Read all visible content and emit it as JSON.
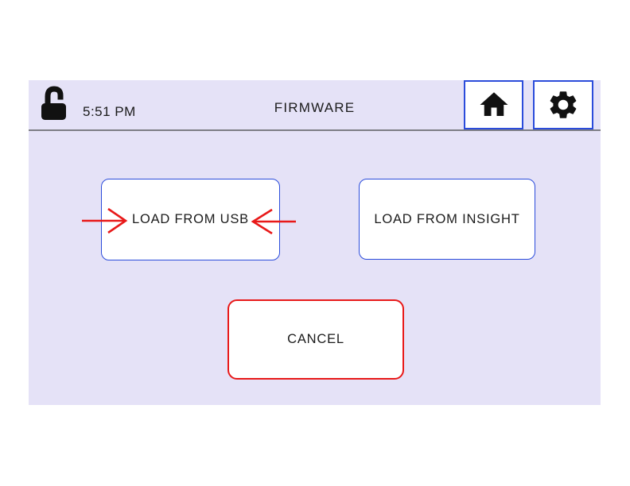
{
  "status_bar": {
    "time": "5:51 PM",
    "title": "FIRMWARE"
  },
  "buttons": {
    "load_usb": "LOAD FROM USB",
    "load_insight": "LOAD FROM INSIGHT",
    "cancel": "CANCEL"
  },
  "icons": {
    "lock": "unlocked-padlock",
    "home": "home",
    "settings": "gear",
    "annotation": "red-inward-arrows"
  },
  "annotation_arrows": {
    "points_at": "LOAD FROM USB"
  },
  "colors": {
    "screen_bg": "#e5e2f7",
    "accent_blue": "#2b4cdb",
    "accent_red": "#e81919",
    "divider": "#7d7d85",
    "text": "#1b1b1b",
    "button_bg": "#ffffff"
  }
}
